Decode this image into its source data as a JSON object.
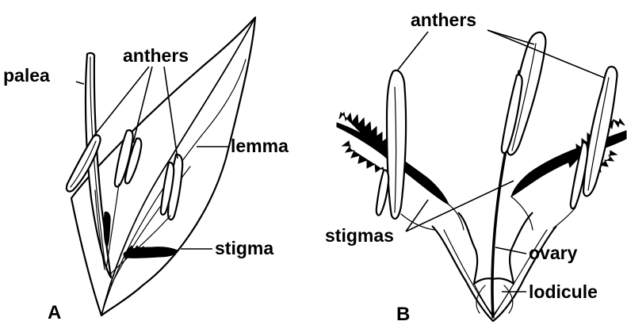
{
  "panels": {
    "a": {
      "letter": "A"
    },
    "b": {
      "letter": "B"
    }
  },
  "labels": {
    "a_palea": "palea",
    "a_anthers": "anthers",
    "a_lemma": "lemma",
    "a_stigma": "stigma",
    "b_anthers": "anthers",
    "b_stigmas": "stigmas",
    "b_ovary": "ovary",
    "b_lodicule": "lodicule"
  }
}
